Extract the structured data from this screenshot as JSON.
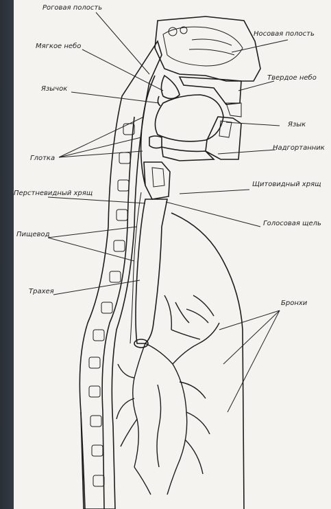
{
  "labels": {
    "oral_cavity": "Роговая полость",
    "soft_palate": "Мягкое небо",
    "uvula": "Язычок",
    "pharynx": "Глотка",
    "cricoid": "Перстневидный хрящ",
    "esophagus": "Пищевод",
    "trachea": "Трахея",
    "nasal_cavity": "Носовая полость",
    "hard_palate": "Твердое небо",
    "tongue": "Язык",
    "epiglottis": "Надгортанник",
    "thyroid": "Щитовидный хрящ",
    "glottis": "Голосовая щель",
    "bronchi": "Бронхи"
  }
}
